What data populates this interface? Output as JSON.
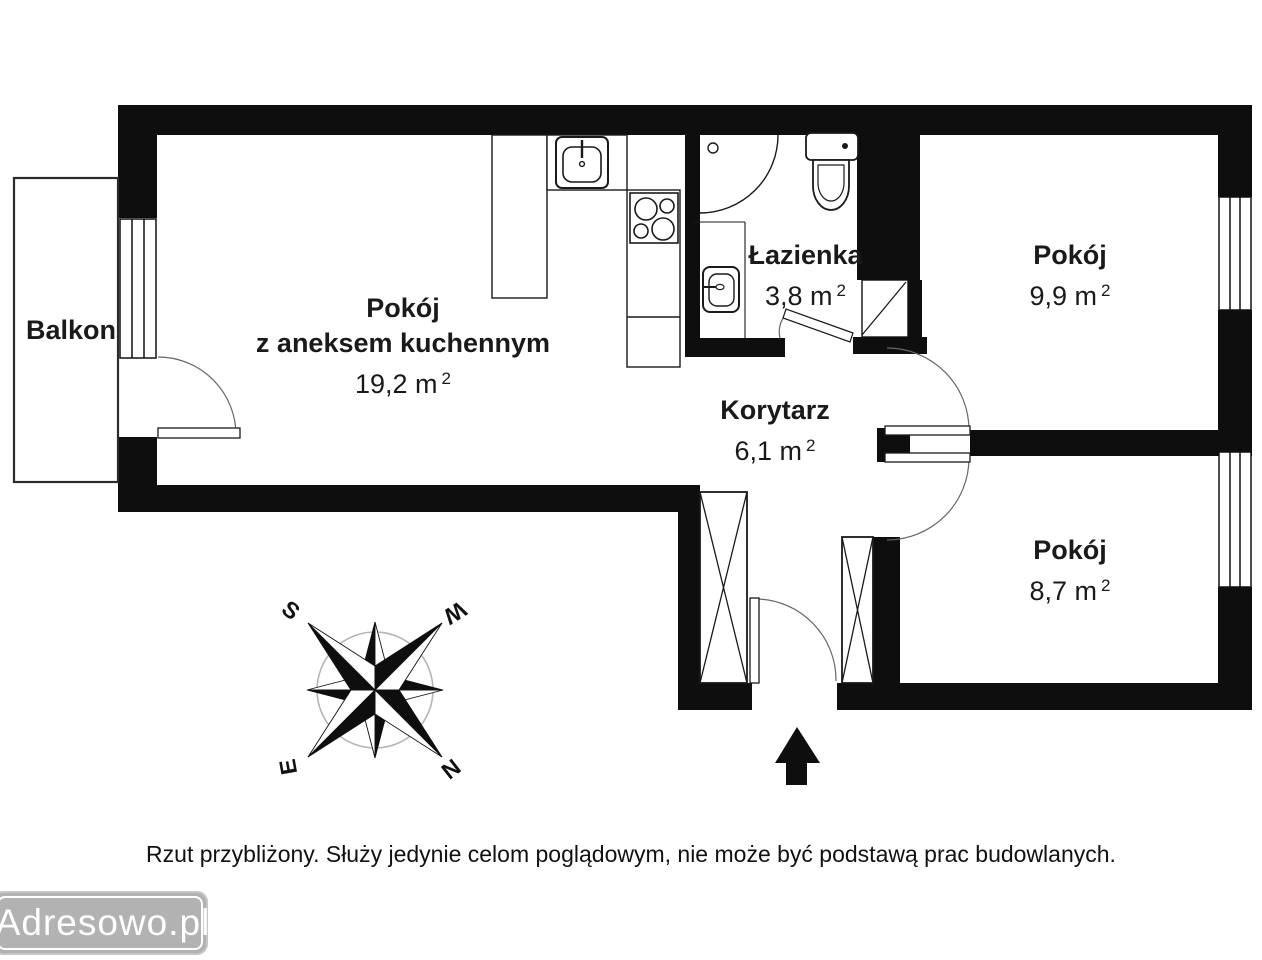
{
  "plan": {
    "rooms": {
      "living": {
        "line1": "Pokój",
        "line2": "z aneksem kuchennym",
        "area": "19,2 m",
        "area_sup": "2"
      },
      "bathroom": {
        "name": "Łazienka",
        "area": "3,8 m",
        "area_sup": "2"
      },
      "corridor": {
        "name": "Korytarz",
        "area": "6,1 m",
        "area_sup": "2"
      },
      "bedroom_top": {
        "name": "Pokój",
        "area": "9,9 m",
        "area_sup": "2"
      },
      "bedroom_bottom": {
        "name": "Pokój",
        "area": "8,7 m",
        "area_sup": "2"
      },
      "balcony": {
        "name": "Balkon"
      }
    },
    "compass": {
      "s": "S",
      "w": "W",
      "n": "N",
      "e": "E"
    },
    "fixtures": [
      "kitchen-sink",
      "stove",
      "kitchen-counter",
      "shower",
      "wash-basin",
      "toilet",
      "wardrobe-left",
      "wardrobe-right",
      "entrance-arrow",
      "window",
      "door"
    ]
  },
  "footer": {
    "disclaimer": "Rzut przybliżony. Służy jedynie celom poglądowym, nie może być podstawą prac budowlanych."
  },
  "watermark": {
    "text": "Adresowo.pl"
  },
  "colors": {
    "wall": "#0e0e0e",
    "thin_line": "#2b2b2b",
    "door_arc": "#666666",
    "compass_circle": "#b5b5b5",
    "logo_bg": "#b2b2b2",
    "logo_frame": "#ffffff",
    "logo_text": "#ffffff"
  }
}
